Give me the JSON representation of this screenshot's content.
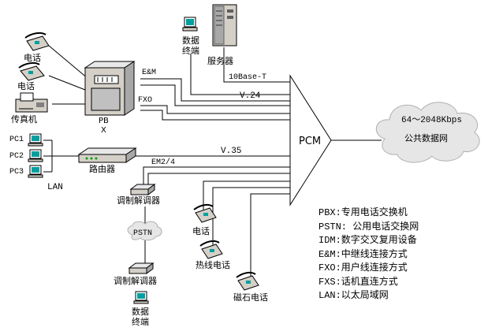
{
  "hub": {
    "label": "PCM"
  },
  "network": {
    "line1": "64～2048Kbps",
    "line2": "公共数据网"
  },
  "server": {
    "label": "服务器"
  },
  "data_terminal_top": {
    "line1": "数据",
    "line2": "终端"
  },
  "link_labels": {
    "base10": "10Base-T",
    "v24": "V.24",
    "v35": "V.35",
    "em24": "EM2/4",
    "em": "E&M",
    "fxo": "FXO"
  },
  "pbx": {
    "line1": "PB",
    "line2": "X"
  },
  "devices": {
    "phone1": "电话",
    "phone2": "电话",
    "fax": "传真机",
    "router": "路由器",
    "modem1": "调制解调器",
    "pstn": "PSTN",
    "modem2": "调制解调器",
    "data_terminal_bottom": {
      "line1": "数据",
      "line2": "终端"
    },
    "phone_local": "电话",
    "hotline_phone": "热线电话",
    "magneto_phone": "磁石电话"
  },
  "lan": {
    "pc1": "PC1",
    "pc2": "PC2",
    "pc3": "PC3",
    "label": "LAN"
  },
  "legend": [
    "PBX:专用电话交换机",
    "PSTN: 公用电话交换网",
    "IDM:数字交叉复用设备",
    "E&M:中继线连接方式",
    "FXO:用户线连接方式",
    "FXS:话机直连方式",
    "LAN:以太局域网"
  ],
  "colors": {
    "device_body": "#d4d0c8",
    "line": "#000000",
    "cloud": "#e6e6e6",
    "phone_screen": "#00a0a0"
  }
}
